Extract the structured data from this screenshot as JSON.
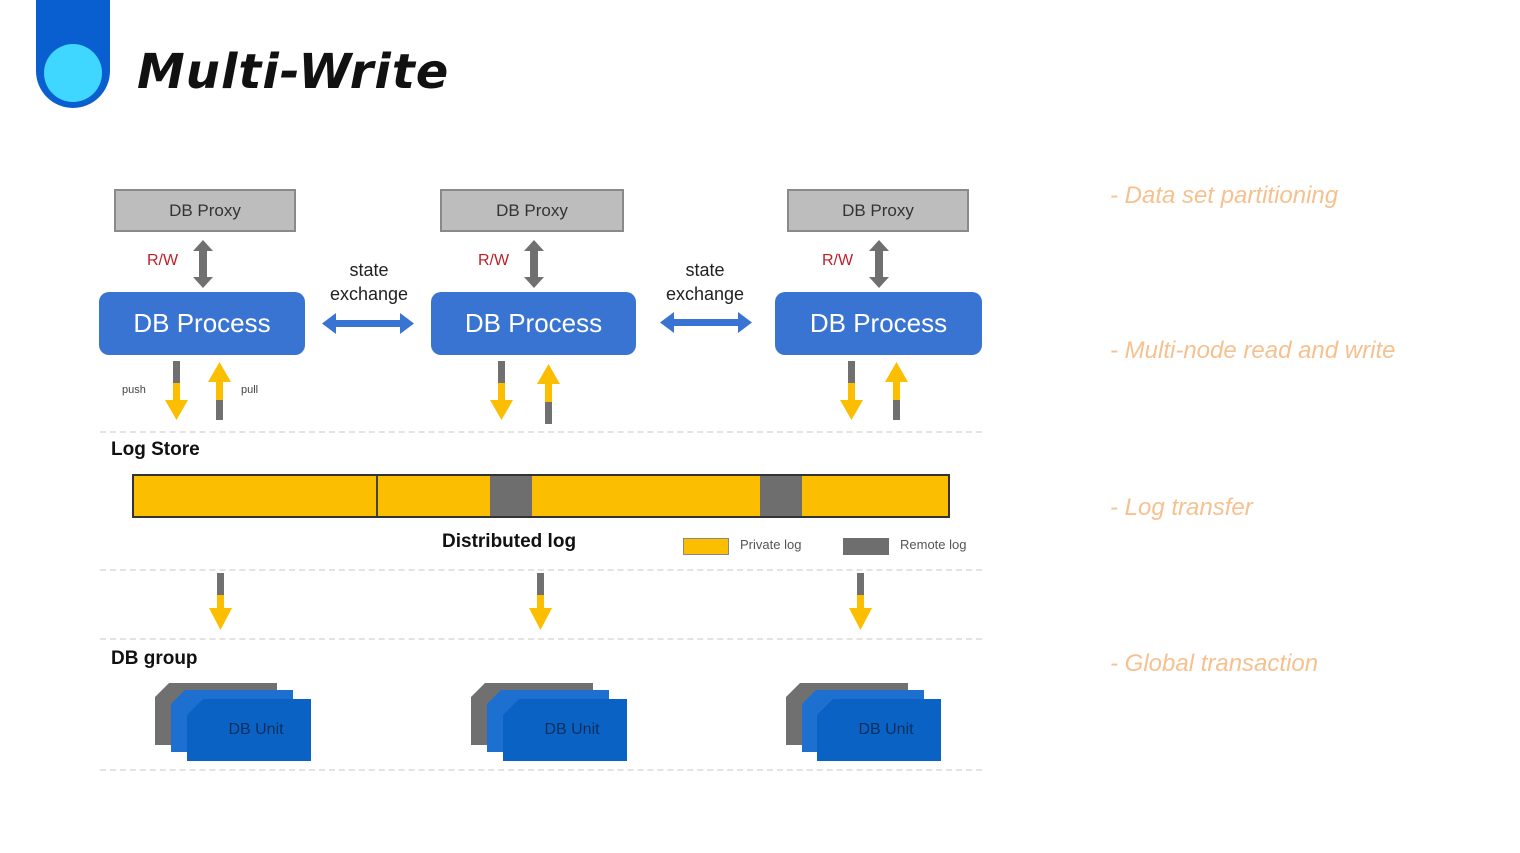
{
  "header": {
    "title": "Multi-Write"
  },
  "proxies": [
    {
      "label": "DB Proxy"
    },
    {
      "label": "DB Proxy"
    },
    {
      "label": "DB Proxy"
    }
  ],
  "rw_label": "R/W",
  "state_exchange": {
    "line1": "state",
    "line2": "exchange"
  },
  "processes": [
    {
      "label": "DB Process"
    },
    {
      "label": "DB Process"
    },
    {
      "label": "DB Process"
    }
  ],
  "push_label": "push",
  "pull_label": "pull",
  "log_store": {
    "title": "Log Store",
    "caption": "Distributed log"
  },
  "legend": {
    "private": "Private log",
    "remote": "Remote log"
  },
  "db_group": {
    "title": "DB group"
  },
  "units": [
    {
      "label": "DB Unit"
    },
    {
      "label": "DB Unit"
    },
    {
      "label": "DB Unit"
    }
  ],
  "bullets": [
    {
      "text": "- Data set partitioning"
    },
    {
      "text": "- Multi-node read and write"
    },
    {
      "text": "- Log transfer"
    },
    {
      "text": "- Global transaction"
    }
  ],
  "colors": {
    "process": "#3a74d2",
    "private_log": "#fbbe00",
    "remote_log": "#6e6e6e",
    "proxy": "#bdbdbd",
    "bullet_text": "#f6c18f",
    "rw_text": "#c0202a"
  }
}
